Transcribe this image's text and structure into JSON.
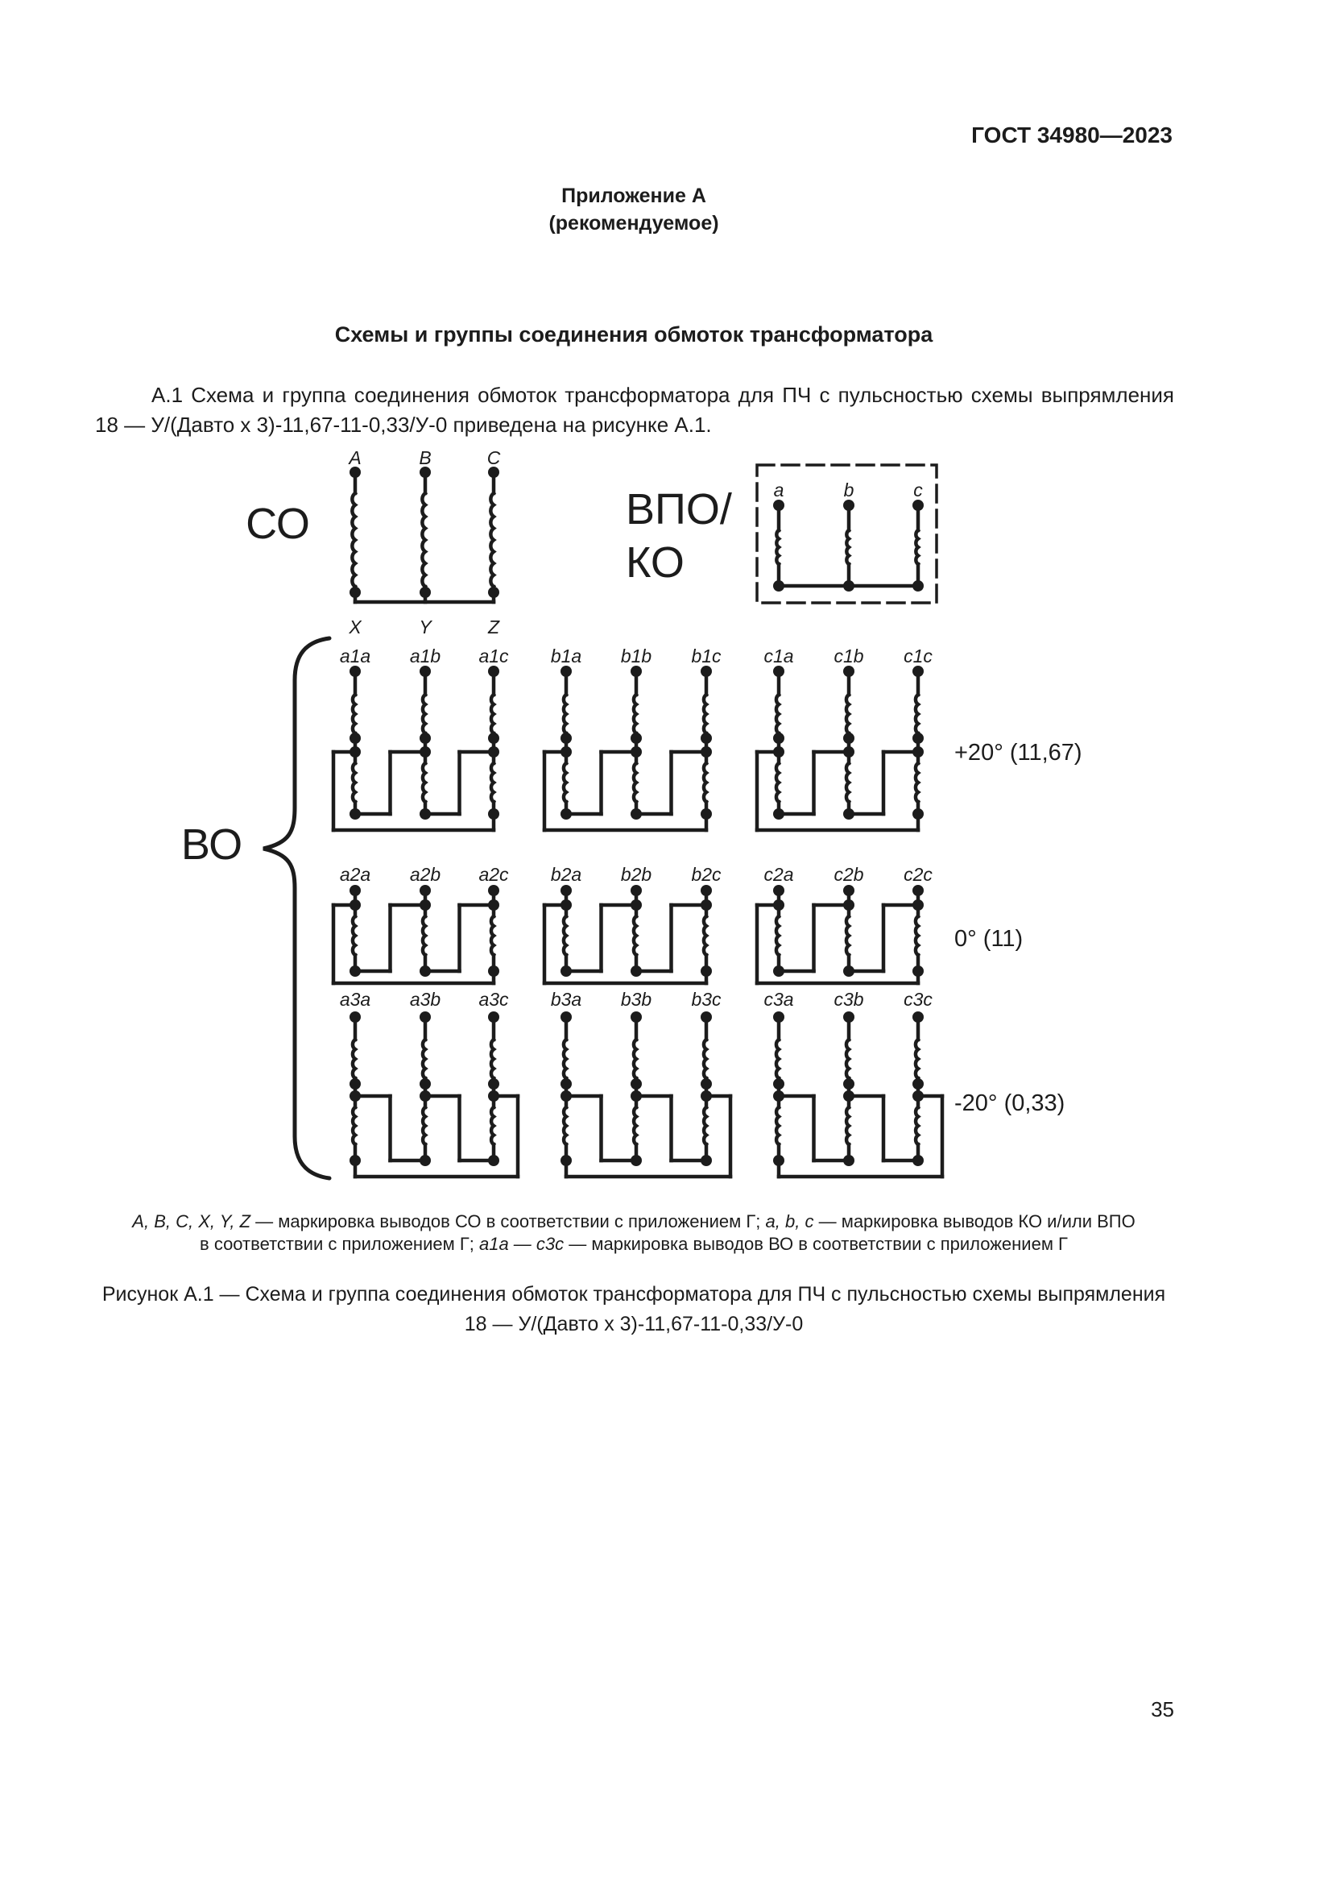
{
  "page": {
    "doc_number": "ГОСТ 34980—2023",
    "page_number": "35"
  },
  "appendix": {
    "title": "Приложение А",
    "subtitle": "(рекомендуемое)"
  },
  "section_title": "Схемы и группы соединения обмоток трансформатора",
  "paragraph": "А.1  Схема и группа соединения обмоток трансформатора для ПЧ с пульсностью схемы выпрямления 18 — У/(Давто х 3)-11,67-11-0,33/У-0 приведена на рисунке А.1.",
  "figure": {
    "co": {
      "label": "СО",
      "top_terminals": [
        "A",
        "B",
        "C"
      ],
      "bottom_terminals": [
        "X",
        "Y",
        "Z"
      ]
    },
    "vpo_ko": {
      "label_line1": "ВПО/",
      "label_line2": "КО",
      "terminals": [
        "a",
        "b",
        "c"
      ]
    },
    "vo": {
      "label": "ВО",
      "rows": [
        {
          "terminals": [
            "a1a",
            "a1b",
            "a1c",
            "b1a",
            "b1b",
            "b1c",
            "c1a",
            "c1b",
            "c1c"
          ],
          "phase_label": "+20° (11,67)"
        },
        {
          "terminals": [
            "a2a",
            "a2b",
            "a2c",
            "b2a",
            "b2b",
            "b2c",
            "c2a",
            "c2b",
            "c2c"
          ],
          "phase_label": "0° (11)"
        },
        {
          "terminals": [
            "a3a",
            "a3b",
            "a3c",
            "b3a",
            "b3b",
            "b3c",
            "c3a",
            "c3b",
            "c3c"
          ],
          "phase_label": "-20° (0,33)"
        }
      ]
    }
  },
  "footnote": {
    "line1": [
      {
        "t": "А, В, С, X, Y, Z",
        "i": true
      },
      {
        "t": " — маркировка выводов СО в соответствии с приложением Г; ",
        "i": false
      },
      {
        "t": "а, b, с",
        "i": true
      },
      {
        "t": " — маркировка выводов КО и/или ВПО",
        "i": false
      }
    ],
    "line2": [
      {
        "t": "в соответствии с приложением Г; ",
        "i": false
      },
      {
        "t": "а1а — с3с",
        "i": true
      },
      {
        "t": " — маркировка выводов ВО в соответствии с приложением Г",
        "i": false
      }
    ]
  },
  "caption": {
    "line1": "Рисунок А.1 — Схема и группа соединения обмоток трансформатора для ПЧ с пульсностью схемы выпрямления",
    "line2": "18 — У/(Давто х 3)-11,67-11-0,33/У-0"
  }
}
